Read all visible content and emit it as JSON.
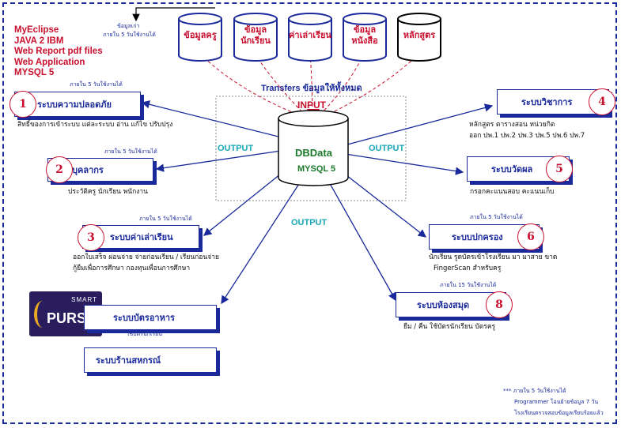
{
  "tech_stack": [
    "MyEclipse",
    "JAVA 2 IBM",
    "Web Report pdf files",
    "Web Application",
    "MYSQL 5"
  ],
  "top_note": {
    "line1": "ข้อมูลเก่า",
    "line2": "ภายใน 5 วันใช้งานได้"
  },
  "sources": [
    {
      "line1": "ข้อมูลครู",
      "line2": ""
    },
    {
      "line1": "ข้อมูล",
      "line2": "นักเรียน"
    },
    {
      "line1": "ค่าเล่าเรียน",
      "line2": ""
    },
    {
      "line1": "ข้อมูล",
      "line2": "หนังสือ"
    },
    {
      "line1": "หลักสูตร",
      "line2": ""
    }
  ],
  "transfers_label": "Transfers ข้อมูลให้ทั้งหมด",
  "input_label": "INPUT",
  "db": {
    "title": "DBData",
    "subtitle": "MYSQL 5"
  },
  "output_labels": {
    "left": "OUTPUT",
    "right": "OUTPUT",
    "bottom": "OUTPUT"
  },
  "modules": {
    "m1": {
      "num": "1",
      "label": "ระบบความปลอดภัย",
      "note": "ภายใน 5 วันใช้งานได้",
      "desc": [
        "สิทธิ์ของการเข้าระบบ แต่ละระบบ อ่าน แก้ไข ปรับปรุง"
      ]
    },
    "m2": {
      "num": "2",
      "label": "บุคลากร",
      "note": "ภายใน 5 วันใช้งานได้",
      "desc": [
        "ประวัติครู นักเรียน พนักงาน"
      ]
    },
    "m3": {
      "num": "3",
      "label": "ระบบค่าเล่าเรียน",
      "note": "ภายใน 5 วันใช้งานได้",
      "desc": [
        "ออกใบเสร็จ ผ่อนจ่าย จ่ายก่อนเรียน / เรียนก่อนจ่าย",
        "กู้ยืมเพื่อการศึกษา กองทุนเพื่อนการศึกษา"
      ]
    },
    "m4": {
      "num": "4",
      "label": "ระบบวิชาการ",
      "note": "",
      "desc": [
        "หลักสูตร ตารางสอน หน่วยกิต",
        "ออก ปพ.1 ปพ.2 ปพ.3 ปพ.5 ปพ.6 ปพ.7"
      ]
    },
    "m5": {
      "num": "5",
      "label": "ระบบวัดผล",
      "note": "",
      "desc": [
        "กรอกคะแนนสอบ คะแนนเก็บ"
      ]
    },
    "m6": {
      "num": "6",
      "label": "ระบบปกครอง",
      "note": "ภายใน 5 วันใช้งานได้",
      "desc": [
        "นักเรียน รูดบัตรเข้าโรงเรียน มา มาสาย ขาด",
        "FingerScan สำหรับครู"
      ]
    },
    "m8": {
      "num": "8",
      "label": "ระบบห้องสมุด",
      "note": "ภายใน 15 วันใช้งานได้",
      "desc": [
        "ยืม / คืน ใช้บัตรนักเรียน บัตรครู"
      ]
    },
    "card": {
      "label": "ระบบบัตรอาหาร",
      "note": "ใช้บัตรนักเรียน"
    },
    "coop": {
      "label": "ระบบร้านสหกรณ์"
    }
  },
  "logo": {
    "top": "SMART",
    "main": "PURSE"
  },
  "footer_notes": [
    "*** ภายใน 5 วันใช้งานได้",
    "Programmer โอนย้ายข้อมูล 7 วัน",
    "โรงเรียนตรวจสอบข้อมูลเรียบร้อยแล้ว"
  ],
  "colors": {
    "navy": "#1a2a9a",
    "red": "#c8102e",
    "teal": "#1aa8b8",
    "green": "#1a7a2a"
  }
}
